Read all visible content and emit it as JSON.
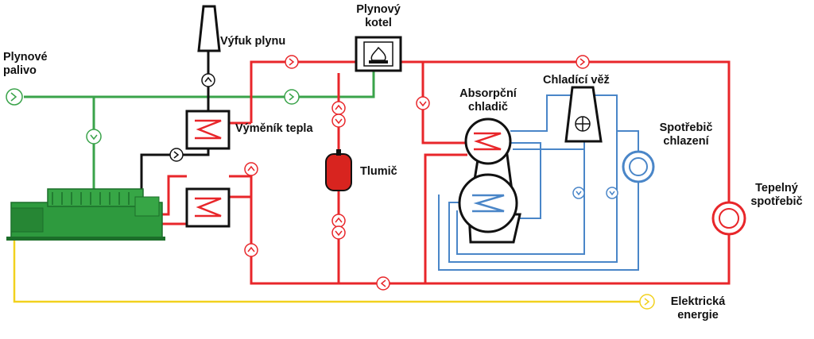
{
  "labels": {
    "fuel": [
      "Plynové",
      "palivo"
    ],
    "exhaust": "Výfuk plynu",
    "boiler": [
      "Plynový",
      "kotel"
    ],
    "exchanger": "Výměník tepla",
    "muffler": "Tlumič",
    "absorption_chiller": [
      "Absorpční",
      "chladič"
    ],
    "cooling_tower": "Chladící věž",
    "cooling_consumer": [
      "Spotřebič",
      "chlazení"
    ],
    "heat_consumer": [
      "Tepelný",
      "spotřebič"
    ],
    "electric": [
      "Elektrická",
      "energie"
    ]
  },
  "colors": {
    "gas_line": "#3aa34a",
    "hot_water": "#e8262a",
    "chilled_water": "#4a86c8",
    "exhaust_line": "#111111",
    "electric_line": "#f2d11e",
    "engine": "#2e9a3e",
    "muffler": "#d8241f"
  },
  "icons": [
    "flow-arrow-icon",
    "flame-icon",
    "coil-icon",
    "fan-icon",
    "exhaust-stack-icon"
  ]
}
